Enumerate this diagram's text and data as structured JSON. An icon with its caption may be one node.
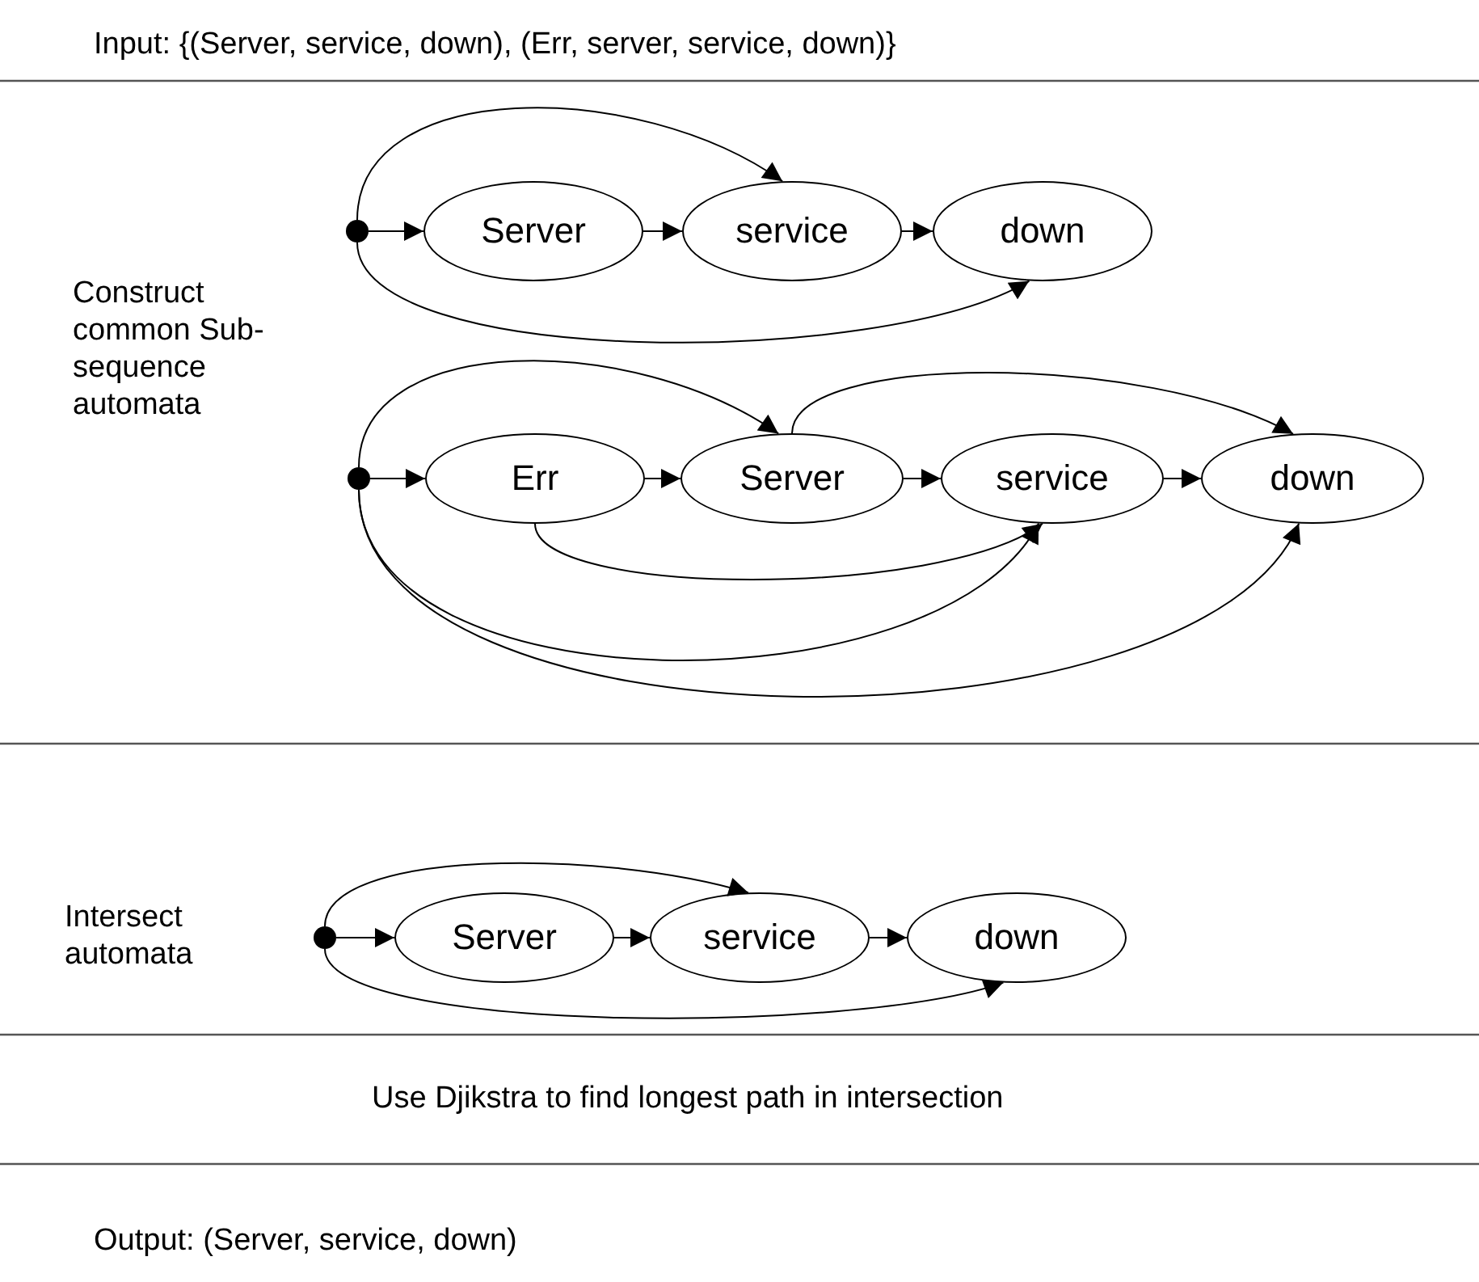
{
  "diagram": {
    "nodes": [
      {
        "text": [],
        "shape": "circle"
      },
      {
        "text": [
          "Server"
        ]
      },
      {
        "text": [
          "service"
        ]
      },
      {
        "text": [
          "down"
        ]
      },
      {
        "text": [],
        "shape": "circle"
      },
      {
        "text": [
          "Err"
        ]
      },
      {
        "text": [
          "Server"
        ]
      },
      {
        "text": [
          "service"
        ]
      },
      {
        "text": [
          "down"
        ]
      },
      {
        "text": [],
        "shape": "circle"
      },
      {
        "text": [
          "Server"
        ]
      },
      {
        "text": [
          "service"
        ]
      },
      {
        "text": [
          "down"
        ]
      }
    ],
    "edges": [
      {
        "from": 0,
        "to": 1,
        "arrow": "to"
      },
      {
        "from": 1,
        "to": 2,
        "arrow": "to"
      },
      {
        "from": 2,
        "to": 3,
        "arrow": "to"
      },
      {
        "from": 0,
        "to": 2,
        "arrow": "to"
      },
      {
        "from": 0,
        "to": 3,
        "arrow": "to"
      },
      {
        "from": 4,
        "to": 5,
        "arrow": "to"
      },
      {
        "from": 5,
        "to": 6,
        "arrow": "to"
      },
      {
        "from": 6,
        "to": 7,
        "arrow": "to"
      },
      {
        "from": 7,
        "to": 8,
        "arrow": "to"
      },
      {
        "from": 4,
        "to": 6,
        "arrow": "to"
      },
      {
        "from": 6,
        "to": 8,
        "arrow": "to"
      },
      {
        "from": 5,
        "to": 7,
        "arrow": "to"
      },
      {
        "from": 4,
        "to": 7,
        "arrow": "to"
      },
      {
        "from": 4,
        "to": 8,
        "arrow": "to"
      },
      {
        "from": 9,
        "to": 10,
        "arrow": "to"
      },
      {
        "from": 10,
        "to": 11,
        "arrow": "to"
      },
      {
        "from": 11,
        "to": 12,
        "arrow": "to"
      },
      {
        "from": 9,
        "to": 11,
        "arrow": "to"
      },
      {
        "from": 9,
        "to": 12,
        "arrow": "to"
      }
    ],
    "labels": [
      "Input: {(Server, service, down), (Err, server, service, down)}",
      "Construct common Sub-sequence automata",
      "Intersect automata",
      "Use Djikstra to find longest path in intersection",
      "Output: (Server, service, down)"
    ]
  }
}
